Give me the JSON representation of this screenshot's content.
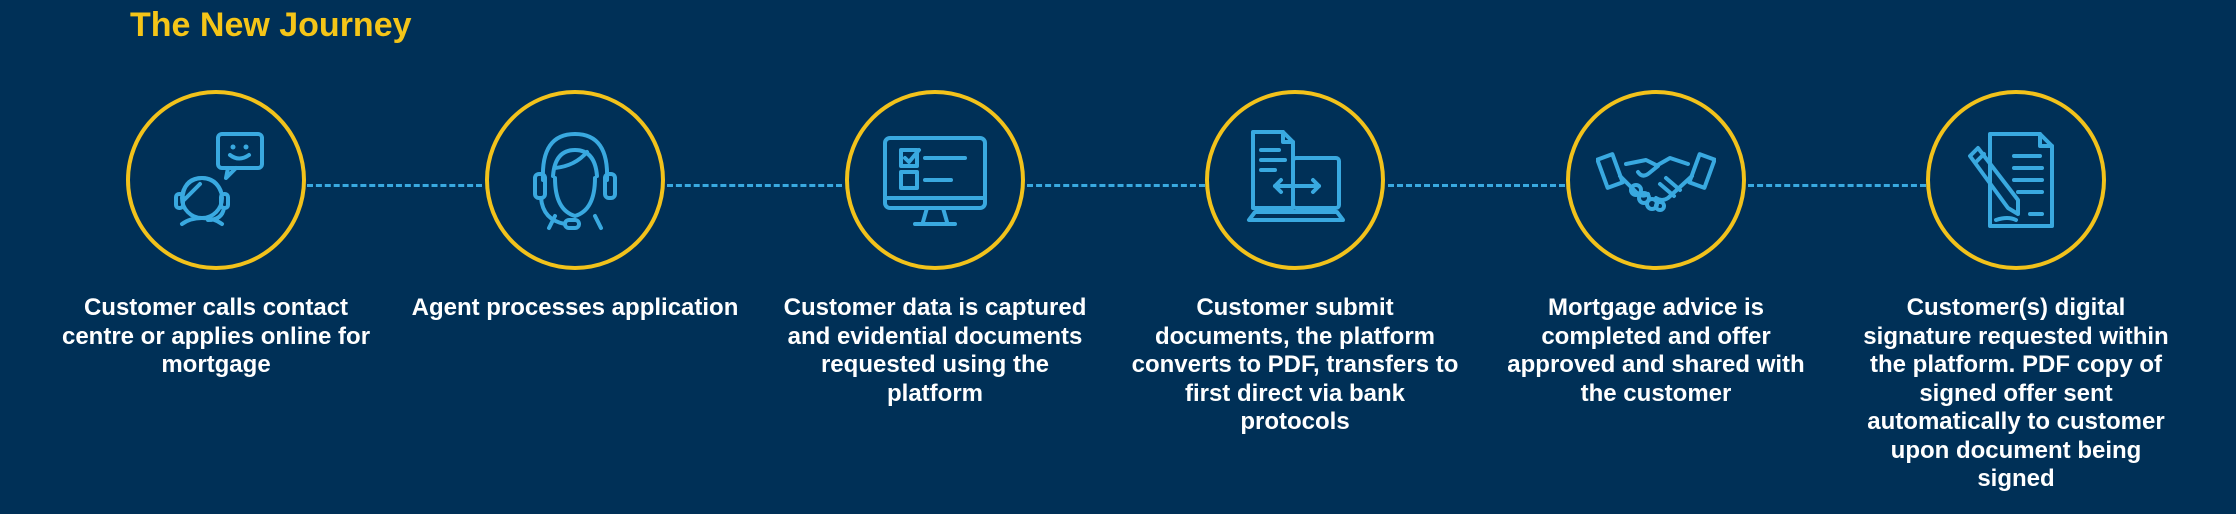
{
  "title": "The New Journey",
  "colors": {
    "background": "#003057",
    "accent": "#f2c21b",
    "icon": "#39a9e0",
    "text": "#ffffff"
  },
  "steps": [
    {
      "icon": "customer-chat-icon",
      "text": "Customer calls contact centre or applies online for mortgage"
    },
    {
      "icon": "agent-headset-icon",
      "text": "Agent processes application"
    },
    {
      "icon": "monitor-checklist-icon",
      "text": "Customer data is captured and evidential documents requested using the platform"
    },
    {
      "icon": "document-transfer-laptop-icon",
      "text": "Customer submit documents, the platform converts to PDF, transfers to first direct via bank protocols"
    },
    {
      "icon": "handshake-icon",
      "text": "Mortgage advice is completed and offer approved and shared with the customer"
    },
    {
      "icon": "signature-document-icon",
      "text": "Customer(s) digital signature requested within the platform. PDF copy of signed offer sent automatically to customer upon document being signed"
    }
  ]
}
